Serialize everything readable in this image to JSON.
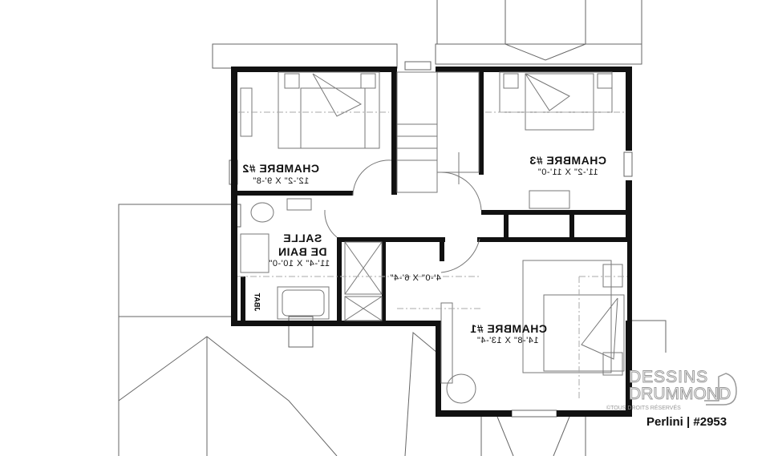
{
  "rooms": {
    "chambre2": {
      "name": "CHAMBRE #2",
      "dims": "12'-2\" X 9'-8\""
    },
    "chambre3": {
      "name": "CHAMBRE #3",
      "dims": "11'-2\" X 11'-0\""
    },
    "salle_de_bain": {
      "name_line1": "SALLE",
      "name_line2": "DE BAIN",
      "dims": "11'-4\" X 10'-0\""
    },
    "walkin": {
      "dims": "4'-0\" X 6'-4\""
    },
    "chambre1": {
      "name": "CHAMBRE #1",
      "dims": "14'-8\" X 13'-4\""
    },
    "bath_label": "JBAT"
  },
  "branding": {
    "logo_line1": "DESSINS",
    "logo_line2": "DRUMMOND",
    "rights": "©TOUS DROITS RÉSERVÉS",
    "caption": "Perlini | #2953"
  },
  "colors": {
    "wall": "#111111",
    "line": "#888888"
  }
}
